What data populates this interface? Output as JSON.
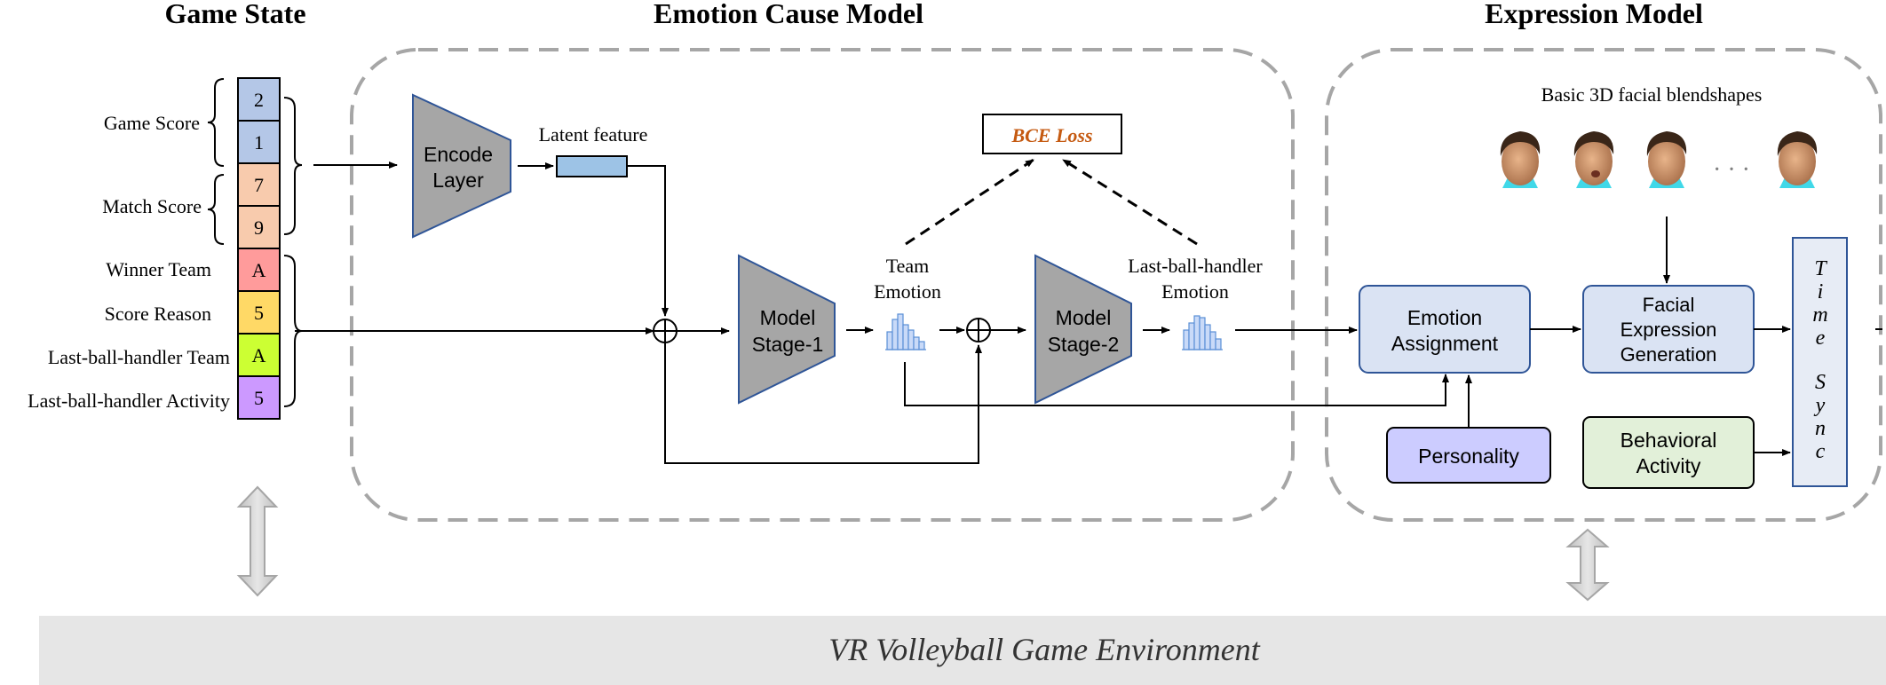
{
  "titles": {
    "game_state": "Game State",
    "emotion_cause": "Emotion Cause Model",
    "expression": "Expression Model"
  },
  "game_state": {
    "group_game_score": "Game Score",
    "group_match_score": "Match Score",
    "cells": [
      {
        "value": "2",
        "color": "#b4c7e7"
      },
      {
        "value": "1",
        "color": "#b4c7e7"
      },
      {
        "value": "7",
        "color": "#f8cbad"
      },
      {
        "value": "9",
        "color": "#f8cbad"
      },
      {
        "value": "A",
        "color": "#ff9b9b",
        "label": "Winner Team"
      },
      {
        "value": "5",
        "color": "#ffd966",
        "label": "Score Reason"
      },
      {
        "value": "A",
        "color": "#ccff33",
        "label": "Last-ball-handler Team"
      },
      {
        "value": "5",
        "color": "#cc99ff",
        "label": "Last-ball-handler Activity"
      }
    ]
  },
  "emotion_cause": {
    "encode_layer": [
      "Encode",
      "Layer"
    ],
    "latent_feature": "Latent feature",
    "bce_loss": "BCE Loss",
    "stage1": [
      "Model",
      "Stage-1"
    ],
    "stage2": [
      "Model",
      "Stage-2"
    ],
    "team_emotion": [
      "Team",
      "Emotion"
    ],
    "lbh_emotion": [
      "Last-ball-handler",
      "Emotion"
    ]
  },
  "expression": {
    "blendshapes_label": "Basic 3D facial blendshapes",
    "ellipsis": "· · ·",
    "emotion_assignment": [
      "Emotion",
      "Assignment"
    ],
    "facial_expression": [
      "Facial",
      "Expression",
      "Generation"
    ],
    "personality": "Personality",
    "behavioral_activity": [
      "Behavioral",
      "Activity"
    ],
    "time_sync": [
      "T",
      "i",
      "m",
      "e",
      "S",
      "y",
      "n",
      "c"
    ]
  },
  "environment": "VR Volleyball Game Environment",
  "colors": {
    "trapezoid_fill": "#a6a6a6",
    "trapezoid_stroke": "#2f5597",
    "blue_box": "#dae3f3",
    "personality_box": "#ccccff",
    "behavior_box": "#e2f0d9",
    "time_sync_box": "#e7ecf5",
    "latent_bar": "#9dc3e6",
    "bce_text": "#c55a11",
    "env_band": "#e6e6e6",
    "dash_border": "#a6a6a6"
  }
}
